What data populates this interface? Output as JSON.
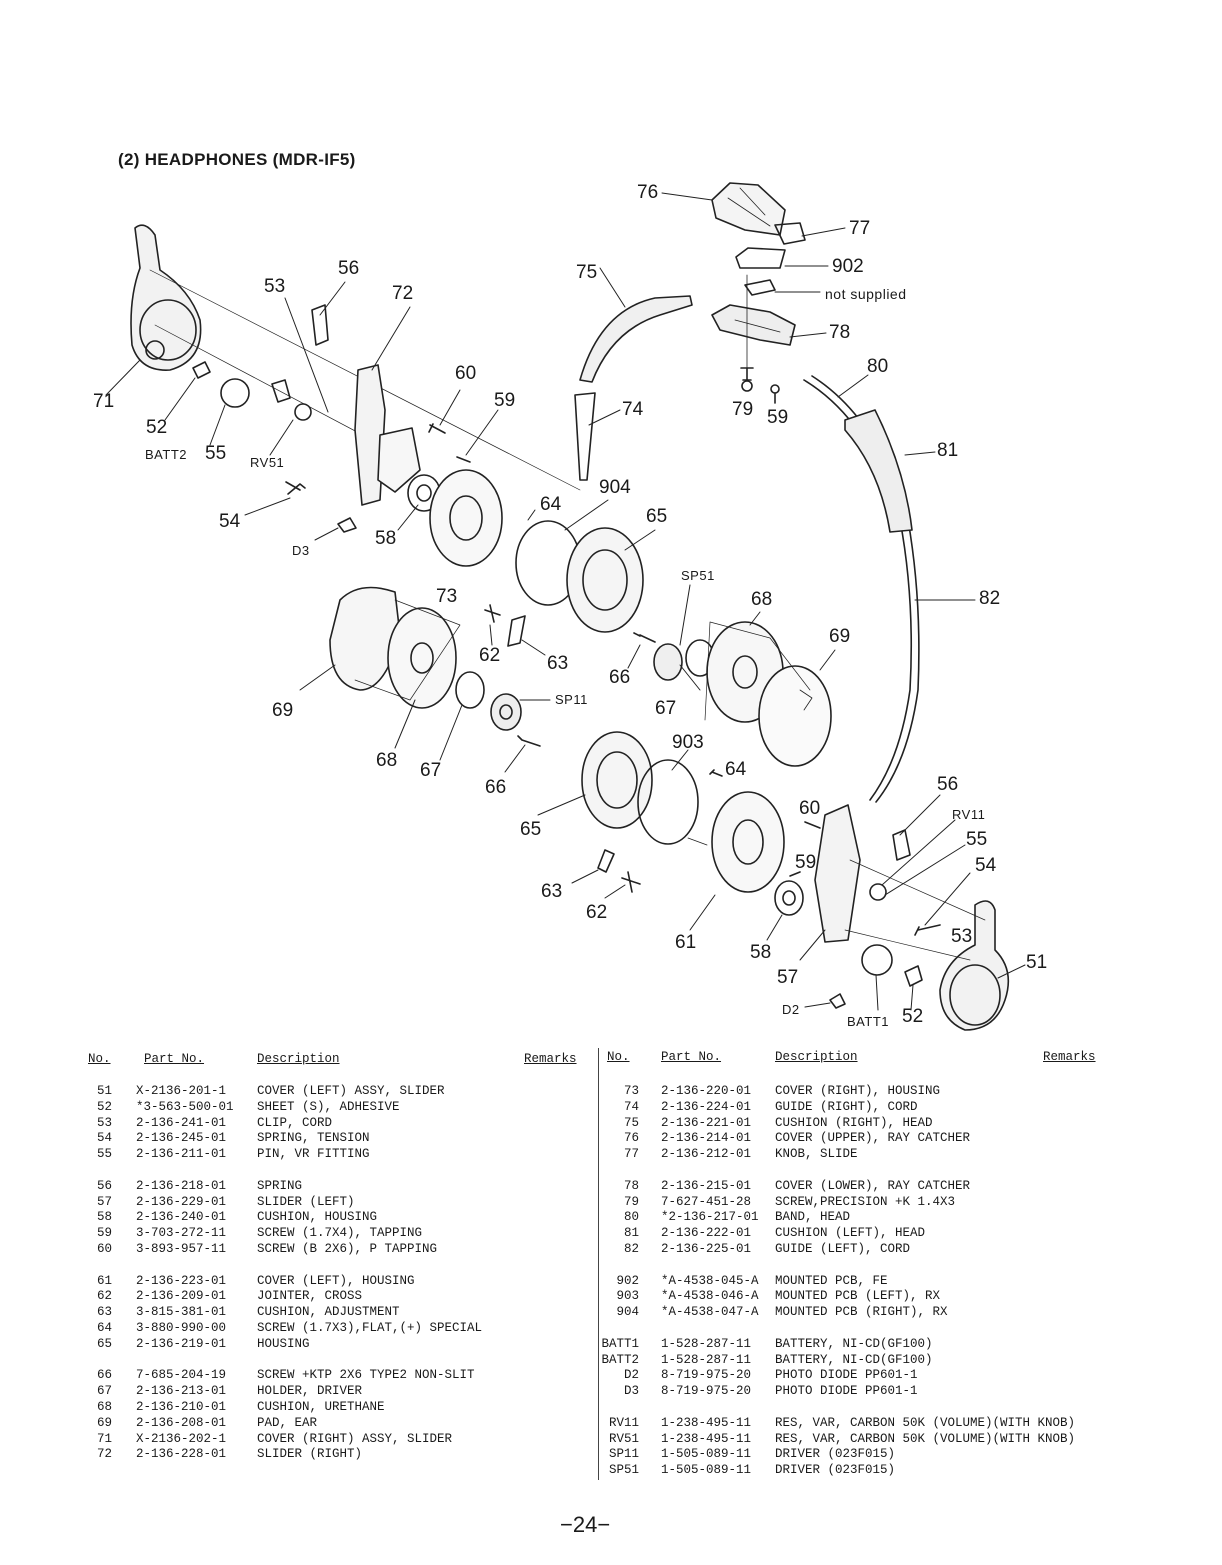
{
  "title": "(2) HEADPHONES (MDR-IF5)",
  "callouts": {
    "c76": "76",
    "c77": "77",
    "c902": "902",
    "not_supplied": "not supplied",
    "c78": "78",
    "c75": "75",
    "c56a": "56",
    "c53a": "53",
    "c72": "72",
    "c60a": "60",
    "c59a": "59",
    "c74": "74",
    "c79": "79",
    "c59b": "59",
    "c80": "80",
    "c71": "71",
    "c52a": "52",
    "batt2": "BATT2",
    "c55a": "55",
    "rv51": "RV51",
    "c81": "81",
    "c904": "904",
    "c54a": "54",
    "c64a": "64",
    "c65a": "65",
    "d3": "D3",
    "c58a": "58",
    "sp51": "SP51",
    "c82": "82",
    "c73": "73",
    "c68a": "68",
    "c69a": "69",
    "c62a": "62",
    "c63a": "63",
    "c66a": "66",
    "sp11": "SP11",
    "c67a": "67",
    "c69b": "69",
    "c903": "903",
    "c64b": "64",
    "c68b": "68",
    "c67b": "67",
    "c66b": "66",
    "c56b": "56",
    "c60b": "60",
    "rv11": "RV11",
    "c55b": "55",
    "c65b": "65",
    "c59c": "59",
    "c54b": "54",
    "c63b": "63",
    "c62b": "62",
    "c53b": "53",
    "c51": "51",
    "c61": "61",
    "c58b": "58",
    "c57": "57",
    "d2": "D2",
    "batt1": "BATT1",
    "c52b": "52"
  },
  "table_headers": {
    "no": "No.",
    "part_no": "Part No.",
    "description": "Description",
    "remarks": "Remarks"
  },
  "parts_left": [
    {
      "no": "51",
      "part": "X-2136-201-1",
      "desc": "COVER (LEFT) ASSY, SLIDER"
    },
    {
      "no": "52",
      "part": "*3-563-500-01",
      "desc": "SHEET (S), ADHESIVE"
    },
    {
      "no": "53",
      "part": "2-136-241-01",
      "desc": "CLIP, CORD"
    },
    {
      "no": "54",
      "part": "2-136-245-01",
      "desc": "SPRING, TENSION"
    },
    {
      "no": "55",
      "part": "2-136-211-01",
      "desc": "PIN, VR FITTING"
    },
    {
      "no": "56",
      "part": "2-136-218-01",
      "desc": "SPRING"
    },
    {
      "no": "57",
      "part": "2-136-229-01",
      "desc": "SLIDER (LEFT)"
    },
    {
      "no": "58",
      "part": "2-136-240-01",
      "desc": "CUSHION, HOUSING"
    },
    {
      "no": "59",
      "part": "3-703-272-11",
      "desc": "SCREW (1.7X4), TAPPING"
    },
    {
      "no": "60",
      "part": "3-893-957-11",
      "desc": "SCREW (B 2X6), P TAPPING"
    },
    {
      "no": "61",
      "part": "2-136-223-01",
      "desc": "COVER (LEFT), HOUSING"
    },
    {
      "no": "62",
      "part": "2-136-209-01",
      "desc": "JOINTER, CROSS"
    },
    {
      "no": "63",
      "part": "3-815-381-01",
      "desc": "CUSHION, ADJUSTMENT"
    },
    {
      "no": "64",
      "part": "3-880-990-00",
      "desc": "SCREW (1.7X3),FLAT,(+) SPECIAL"
    },
    {
      "no": "65",
      "part": "2-136-219-01",
      "desc": "HOUSING"
    },
    {
      "no": "66",
      "part": "7-685-204-19",
      "desc": "SCREW +KTP 2X6 TYPE2 NON-SLIT"
    },
    {
      "no": "67",
      "part": "2-136-213-01",
      "desc": "HOLDER, DRIVER"
    },
    {
      "no": "68",
      "part": "2-136-210-01",
      "desc": "CUSHION, URETHANE"
    },
    {
      "no": "69",
      "part": "2-136-208-01",
      "desc": "PAD, EAR"
    },
    {
      "no": "71",
      "part": "X-2136-202-1",
      "desc": "COVER (RIGHT) ASSY, SLIDER"
    },
    {
      "no": "72",
      "part": "2-136-228-01",
      "desc": "SLIDER (RIGHT)"
    }
  ],
  "parts_right": [
    {
      "no": "73",
      "part": "2-136-220-01",
      "desc": "COVER (RIGHT), HOUSING"
    },
    {
      "no": "74",
      "part": "2-136-224-01",
      "desc": "GUIDE (RIGHT), CORD"
    },
    {
      "no": "75",
      "part": "2-136-221-01",
      "desc": "CUSHION (RIGHT), HEAD"
    },
    {
      "no": "76",
      "part": "2-136-214-01",
      "desc": "COVER (UPPER), RAY CATCHER"
    },
    {
      "no": "77",
      "part": "2-136-212-01",
      "desc": "KNOB, SLIDE"
    },
    {
      "no": "78",
      "part": "2-136-215-01",
      "desc": "COVER (LOWER), RAY CATCHER"
    },
    {
      "no": "79",
      "part": "7-627-451-28",
      "desc": "SCREW,PRECISION +K 1.4X3"
    },
    {
      "no": "80",
      "part": "*2-136-217-01",
      "desc": "BAND, HEAD"
    },
    {
      "no": "81",
      "part": "2-136-222-01",
      "desc": "CUSHION (LEFT), HEAD"
    },
    {
      "no": "82",
      "part": "2-136-225-01",
      "desc": "GUIDE (LEFT), CORD"
    },
    {
      "no": "902",
      "part": "*A-4538-045-A",
      "desc": "MOUNTED PCB, FE"
    },
    {
      "no": "903",
      "part": "*A-4538-046-A",
      "desc": "MOUNTED PCB (LEFT), RX"
    },
    {
      "no": "904",
      "part": "*A-4538-047-A",
      "desc": "MOUNTED PCB (RIGHT), RX"
    },
    {
      "no": "BATT1",
      "part": "1-528-287-11",
      "desc": "BATTERY, NI-CD(GF100)"
    },
    {
      "no": "BATT2",
      "part": "1-528-287-11",
      "desc": "BATTERY, NI-CD(GF100)"
    },
    {
      "no": "D2",
      "part": "8-719-975-20",
      "desc": "PHOTO DIODE PP601-1"
    },
    {
      "no": "D3",
      "part": "8-719-975-20",
      "desc": "PHOTO DIODE PP601-1"
    },
    {
      "no": "RV11",
      "part": "1-238-495-11",
      "desc": "RES, VAR, CARBON 50K (VOLUME)(WITH KNOB)"
    },
    {
      "no": "RV51",
      "part": "1-238-495-11",
      "desc": "RES, VAR, CARBON 50K (VOLUME)(WITH KNOB)"
    },
    {
      "no": "SP11",
      "part": "1-505-089-11",
      "desc": "DRIVER (023F015)"
    },
    {
      "no": "SP51",
      "part": "1-505-089-11",
      "desc": "DRIVER (023F015)"
    }
  ],
  "page_number": "−24−"
}
